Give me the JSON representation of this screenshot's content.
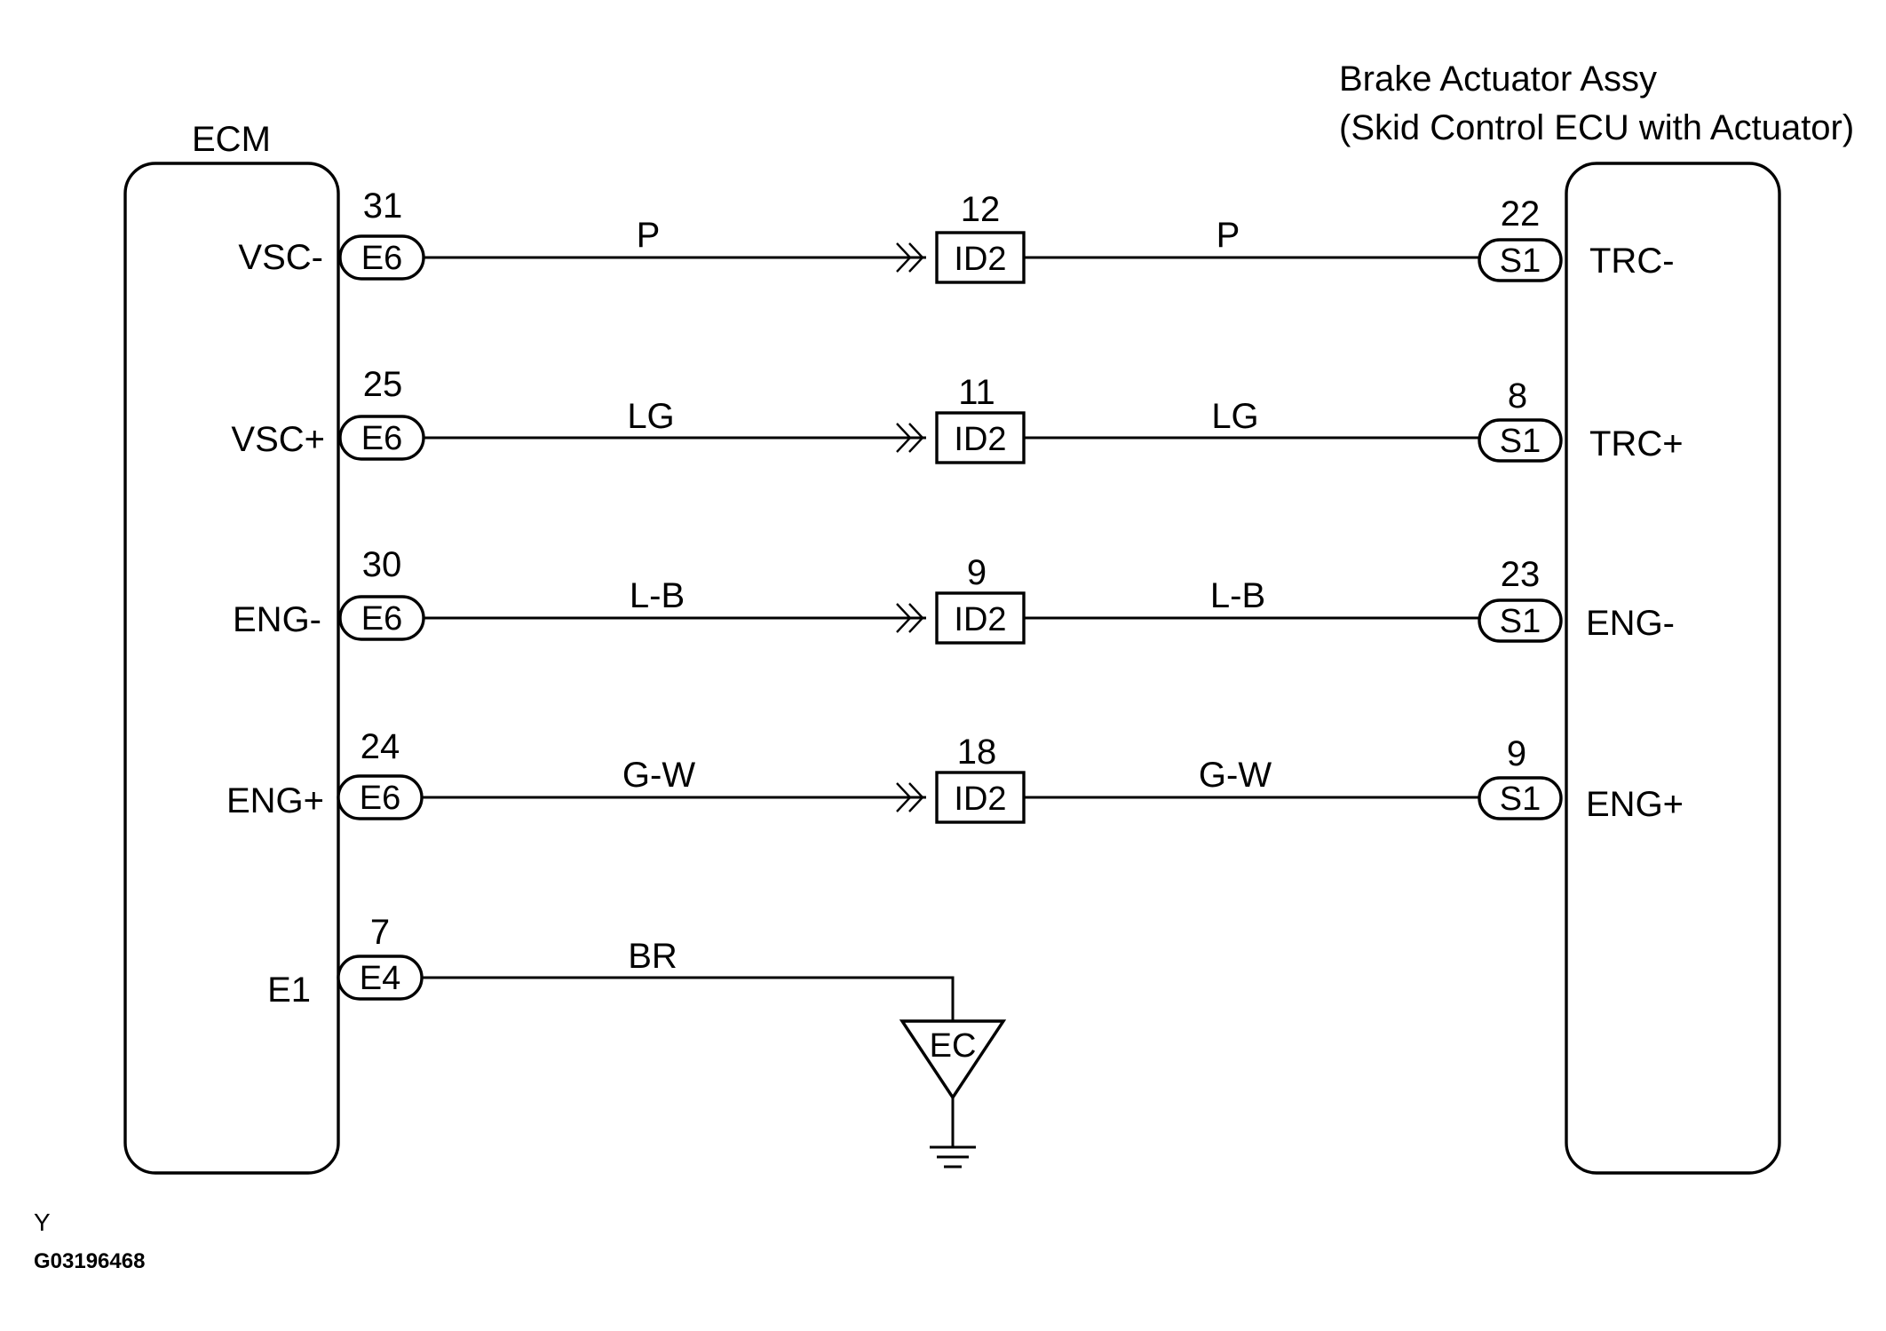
{
  "ecm": {
    "title": "ECM",
    "terminals": [
      "VSC-",
      "VSC+",
      "ENG-",
      "ENG+",
      "E1"
    ]
  },
  "brake_actuator": {
    "title_line1": "Brake Actuator Assy",
    "title_line2": "(Skid Control ECU with Actuator)",
    "terminals": [
      "TRC-",
      "TRC+",
      "ENG-",
      "ENG+"
    ]
  },
  "circuits": [
    {
      "ecm_pin": "31",
      "ecm_connector": "E6",
      "wire_left": "P",
      "mid_pin": "12",
      "mid_connector": "ID2",
      "wire_right": "P",
      "act_pin": "22",
      "act_connector": "S1"
    },
    {
      "ecm_pin": "25",
      "ecm_connector": "E6",
      "wire_left": "LG",
      "mid_pin": "11",
      "mid_connector": "ID2",
      "wire_right": "LG",
      "act_pin": "8",
      "act_connector": "S1"
    },
    {
      "ecm_pin": "30",
      "ecm_connector": "E6",
      "wire_left": "L-B",
      "mid_pin": "9",
      "mid_connector": "ID2",
      "wire_right": "L-B",
      "act_pin": "23",
      "act_connector": "S1"
    },
    {
      "ecm_pin": "24",
      "ecm_connector": "E6",
      "wire_left": "G-W",
      "mid_pin": "18",
      "mid_connector": "ID2",
      "wire_right": "G-W",
      "act_pin": "9",
      "act_connector": "S1"
    }
  ],
  "ground_circuit": {
    "ecm_pin": "7",
    "ecm_connector": "E4",
    "wire": "BR",
    "ground_point": "EC"
  },
  "footer": {
    "code": "Y",
    "figure_id": "G03196468"
  }
}
